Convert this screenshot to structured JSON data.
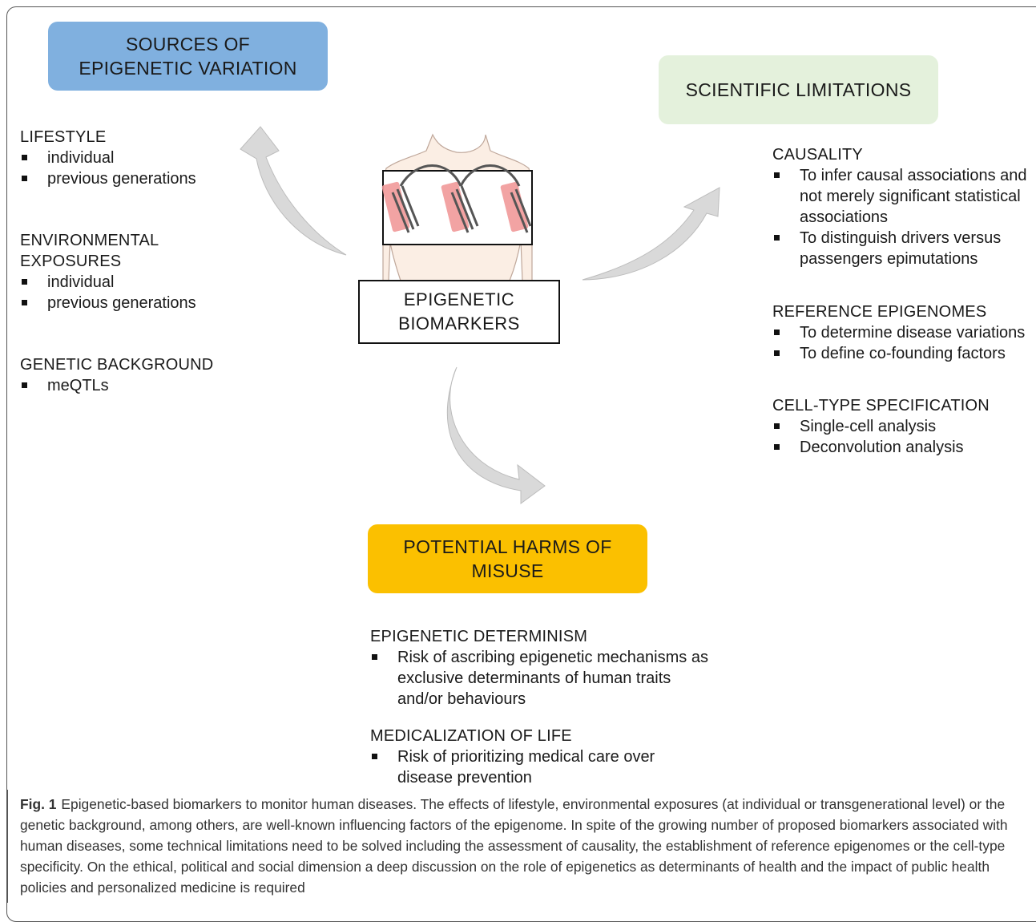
{
  "center": {
    "label": "EPIGENETIC\nBIOMARKERS"
  },
  "sources": {
    "title": "SOURCES OF\nEPIGENETIC VARIATION",
    "groups": [
      {
        "heading": "LIFESTYLE",
        "items": [
          "individual",
          "previous generations"
        ]
      },
      {
        "heading": "ENVIRONMENTAL\nEXPOSURES",
        "items": [
          "individual",
          "previous generations"
        ]
      },
      {
        "heading": "GENETIC BACKGROUND",
        "items": [
          "meQTLs"
        ]
      }
    ]
  },
  "limitations": {
    "title": "SCIENTIFIC LIMITATIONS",
    "groups": [
      {
        "heading": "CAUSALITY",
        "items": [
          "To infer causal associations and not merely significant statistical associations",
          "To distinguish drivers versus passengers epimutations"
        ]
      },
      {
        "heading": "REFERENCE EPIGENOMES",
        "items": [
          "To determine disease variations",
          "To define co-founding factors"
        ]
      },
      {
        "heading": "CELL-TYPE SPECIFICATION",
        "items": [
          "Single-cell analysis",
          "Deconvolution analysis"
        ]
      }
    ]
  },
  "harms": {
    "title": "POTENTIAL HARMS OF\nMISUSE",
    "groups": [
      {
        "heading": "EPIGENETIC DETERMINISM",
        "items": [
          "Risk of ascribing epigenetic mechanisms as exclusive determinants of human traits and/or behaviours"
        ]
      },
      {
        "heading": "MEDICALIZATION OF LIFE",
        "items": [
          " Risk of prioritizing medical care over disease prevention"
        ]
      }
    ]
  },
  "caption": {
    "label": "Fig. 1",
    "text": "Epigenetic-based biomarkers to monitor human diseases. The effects of lifestyle, environmental exposures (at individual or transgenerational level) or the genetic background, among others, are well-known influencing factors of the epigenome. In spite of the growing number of proposed biomarkers associated with human diseases, some technical limitations need to be solved including the assessment of causality, the establishment of reference epigenomes or the cell-type specificity. On the ethical, political and social dimension a deep discussion on the role of epigenetics as determinants of health and the impact of public health policies and personalized medicine is required"
  },
  "colors": {
    "sources_box": "#80b0df",
    "limitations_box": "#e4f1dc",
    "harms_box": "#fbc000",
    "arrow": "#d9d9d9",
    "chromatin_pink": "#f19a9a"
  }
}
